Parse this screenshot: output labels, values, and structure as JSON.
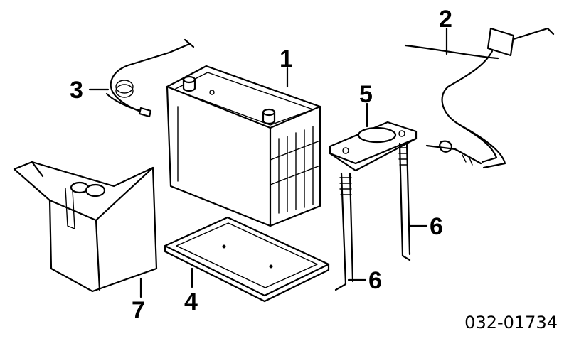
{
  "callouts": {
    "battery": "1",
    "negative_cable": "2",
    "positive_cable": "3",
    "battery_tray": "4",
    "hold_down_bracket": "5",
    "hold_down_bolt_a": "6",
    "hold_down_bolt_b": "6",
    "battery_cover": "7"
  },
  "reference_number": "032-01734"
}
